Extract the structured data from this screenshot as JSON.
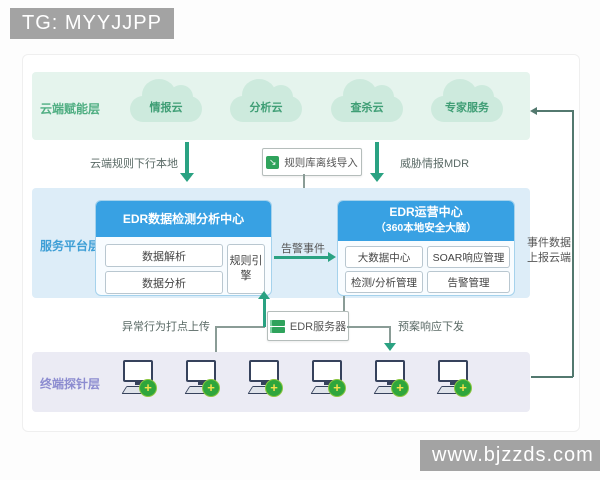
{
  "overlays": {
    "top_banner": "TG: MYYJJPP",
    "bottom_watermark": "www.bjzzds.com"
  },
  "diagram": {
    "layers": {
      "cloud": {
        "label": "云端赋能层",
        "clouds": [
          "情报云",
          "分析云",
          "查杀云",
          "专家服务"
        ]
      },
      "platform": {
        "label": "服务平台层",
        "detection_center": {
          "title": "EDR数据检测分析中心",
          "items": [
            "数据解析",
            "数据分析"
          ],
          "engine": "规则引擎"
        },
        "operation_center": {
          "title_line1": "EDR运营中心",
          "title_line2": "（360本地安全大脑）",
          "items": [
            "大数据中心",
            "SOAR响应管理",
            "检测/分析管理",
            "告警管理"
          ]
        }
      },
      "terminal": {
        "label": "终端探针层",
        "endpoint_count": 6
      }
    },
    "connectors": {
      "cloud_rules_down": "云端规则下行本地",
      "rule_import": "规则库离线导入",
      "threat_intel": "威胁情报MDR",
      "alert_event": "告警事件",
      "event_upload_line1": "事件数据",
      "event_upload_line2": "上报云端",
      "abnormal_upload": "异常行为打点上传",
      "edr_server": "EDR服务器",
      "plan_dispatch": "预案响应下发"
    },
    "colors": {
      "cloud_layer_bg": "#e5f4ed",
      "cloud_shape": "#cdeadd",
      "cloud_text": "#3f9e75",
      "platform_layer_bg": "#ddedf8",
      "panel_header_blue": "#38a1e3",
      "terminal_layer_bg": "#ebebf4",
      "terminal_label": "#8c8cd0",
      "green_arrow": "#2aa282",
      "connector_line": "#8a9c96",
      "badge_green": "#2fa63c",
      "banner_gray": "#a3a3a3"
    }
  },
  "icons": {
    "import_glyph": "↘",
    "badge_glyph": "+"
  }
}
